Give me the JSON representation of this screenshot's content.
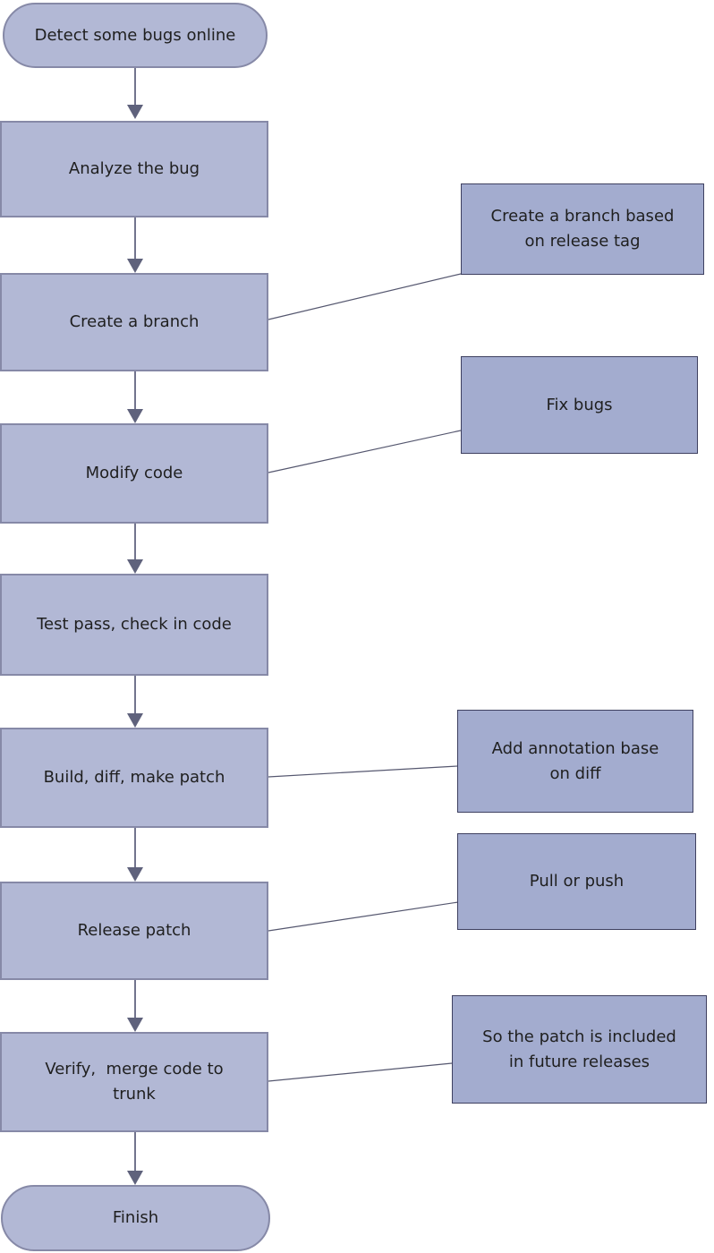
{
  "diagram": {
    "title": "Bug fix and patch release flowchart",
    "colors": {
      "background": "#ffffff",
      "process_fill": "#b2b8d5",
      "process_border": "#8689a7",
      "annotation_fill": "#a3accf",
      "annotation_border": "#3e4060",
      "arrow_line": "#72748d",
      "arrow_head": "#5f627c",
      "connector_line": "#55576f",
      "text": "#1f1f1f"
    },
    "nodes": [
      {
        "id": "start",
        "type": "terminator",
        "lines": [
          "Detect some bugs online"
        ]
      },
      {
        "id": "analyze",
        "type": "process",
        "lines": [
          "Analyze the bug"
        ]
      },
      {
        "id": "branch",
        "type": "process",
        "lines": [
          "Create a branch"
        ]
      },
      {
        "id": "modify",
        "type": "process",
        "lines": [
          "Modify code"
        ]
      },
      {
        "id": "test",
        "type": "process",
        "lines": [
          "Test pass, check in code"
        ]
      },
      {
        "id": "build",
        "type": "process",
        "lines": [
          "Build, diff, make patch"
        ]
      },
      {
        "id": "release",
        "type": "process",
        "lines": [
          "Release patch"
        ]
      },
      {
        "id": "verify",
        "type": "process",
        "lines": [
          "Verify,  merge code to",
          "trunk"
        ]
      },
      {
        "id": "finish",
        "type": "terminator",
        "lines": [
          "Finish"
        ]
      }
    ],
    "annotations": [
      {
        "id": "branch-note",
        "lines": [
          "Create a branch based",
          "on release tag"
        ],
        "attached_to": "branch"
      },
      {
        "id": "fix-note",
        "lines": [
          "Fix bugs"
        ],
        "attached_to": "modify"
      },
      {
        "id": "diff-note",
        "lines": [
          "Add annotation base",
          "on diff"
        ],
        "attached_to": "build"
      },
      {
        "id": "push-note",
        "lines": [
          "Pull or push"
        ],
        "attached_to": "release"
      },
      {
        "id": "future-note",
        "lines": [
          "So the patch is included",
          "in future releases"
        ],
        "attached_to": "verify"
      }
    ],
    "edges": [
      {
        "from": "start",
        "to": "analyze",
        "style": "arrow"
      },
      {
        "from": "analyze",
        "to": "branch",
        "style": "arrow"
      },
      {
        "from": "branch",
        "to": "modify",
        "style": "arrow"
      },
      {
        "from": "modify",
        "to": "test",
        "style": "arrow"
      },
      {
        "from": "test",
        "to": "build",
        "style": "arrow"
      },
      {
        "from": "build",
        "to": "release",
        "style": "arrow"
      },
      {
        "from": "release",
        "to": "verify",
        "style": "arrow"
      },
      {
        "from": "verify",
        "to": "finish",
        "style": "arrow"
      },
      {
        "from": "branch",
        "to": "branch-note",
        "style": "plain-line"
      },
      {
        "from": "modify",
        "to": "fix-note",
        "style": "plain-line"
      },
      {
        "from": "build",
        "to": "diff-note",
        "style": "plain-line"
      },
      {
        "from": "release",
        "to": "push-note",
        "style": "plain-line"
      },
      {
        "from": "verify",
        "to": "future-note",
        "style": "plain-line"
      }
    ]
  }
}
